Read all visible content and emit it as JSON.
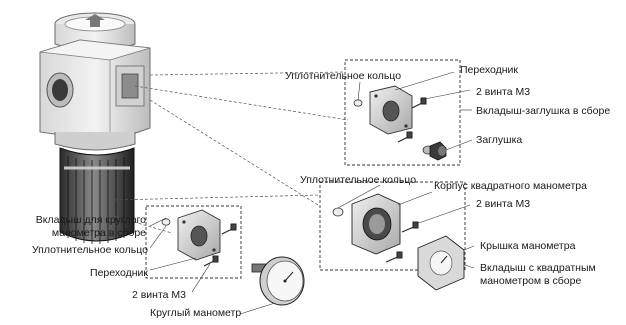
{
  "labels": {
    "seal_ring_top": "Уплотнительное кольцо",
    "adapter_top": "Переходник",
    "screws_m3_top": "2 винта М3",
    "plug_insert_assembly": "Вкладыш-заглушка в сборе",
    "plug": "Заглушка",
    "seal_ring_middle": "Уплотнительное кольцо",
    "square_gauge_body": "Корпус квадратного манометра",
    "screws_m3_middle": "2 винта М3",
    "gauge_cover": "Крышка манометра",
    "square_gauge_insert_line1": "Вкладыш с квадратным",
    "square_gauge_insert_line2": "манометром в сборе",
    "round_gauge_insert_line1": "Вкладыш для круглого",
    "round_gauge_insert_line2": "манометра в сборе",
    "seal_ring_left": "Уплотнительное кольцо",
    "adapter_left": "Переходник",
    "screws_m3_left": "2 винта М3",
    "round_gauge": "Круглый манометр"
  }
}
